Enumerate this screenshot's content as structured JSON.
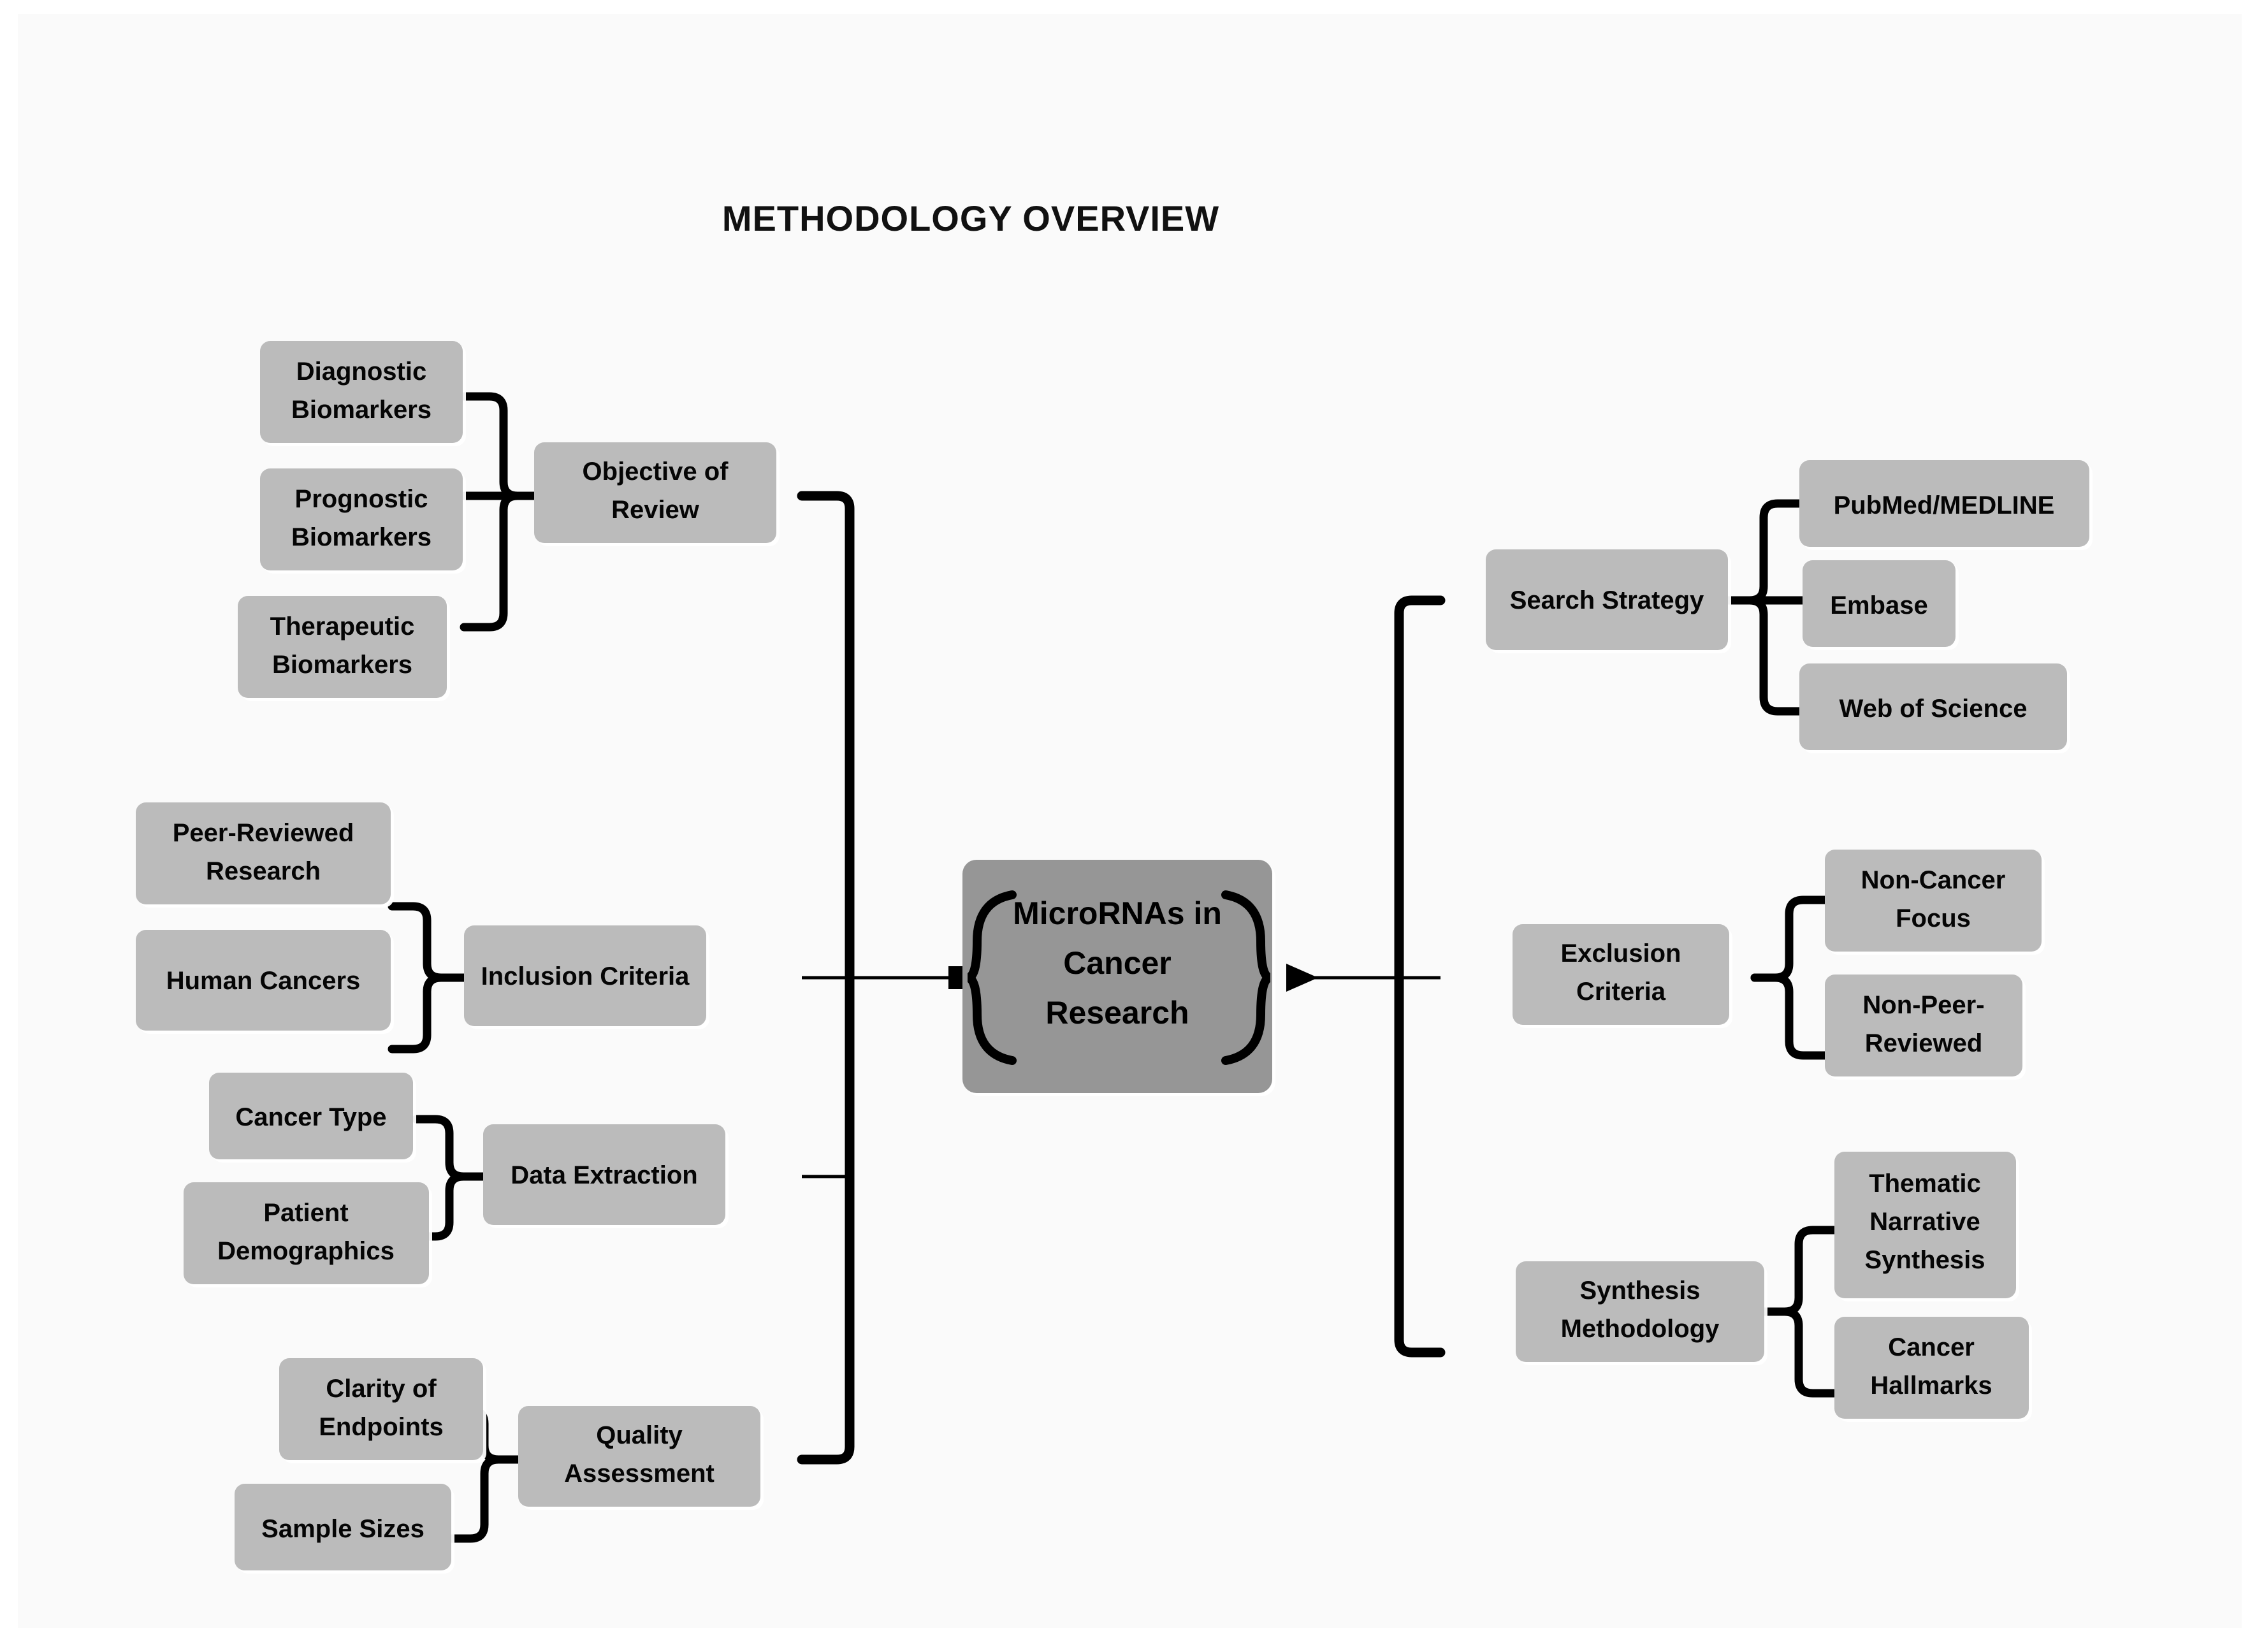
{
  "title": "METHODOLOGY OVERVIEW",
  "colors": {
    "page_background": "#ffffff",
    "canvas_background": "#fafafa",
    "node_fill": "#bbbbbb",
    "root_fill": "#969696",
    "edge_stroke": "#000000",
    "text": "#050505"
  },
  "chart_data": {
    "type": "mindmap",
    "title": "METHODOLOGY OVERVIEW",
    "root": "MicroRNAs in Cancer Research",
    "layout": "bidirectional-horizontal",
    "branches": [
      {
        "side": "left",
        "label": "Objective of Review",
        "children": [
          "Diagnostic Biomarkers",
          "Prognostic Biomarkers",
          "Therapeutic Biomarkers"
        ]
      },
      {
        "side": "left",
        "label": "Inclusion Criteria",
        "children": [
          "Peer-Reviewed Research",
          "Human Cancers"
        ]
      },
      {
        "side": "left",
        "label": "Data Extraction",
        "children": [
          "Cancer Type",
          "Patient Demographics"
        ]
      },
      {
        "side": "left",
        "label": "Quality Assessment",
        "children": [
          "Clarity of Endpoints",
          "Sample Sizes"
        ]
      },
      {
        "side": "right",
        "label": "Search Strategy",
        "children": [
          "PubMed/MEDLINE",
          "Embase",
          "Web of Science"
        ]
      },
      {
        "side": "right",
        "label": "Exclusion Criteria",
        "children": [
          "Non-Cancer Focus",
          "Non-Peer-Reviewed"
        ]
      },
      {
        "side": "right",
        "label": "Synthesis Methodology",
        "children": [
          "Thematic Narrative Synthesis",
          "Cancer Hallmarks"
        ]
      }
    ]
  },
  "root_node": {
    "line1": "MicroRNAs in",
    "line2": "Cancer",
    "line3": "Research"
  },
  "branches_left": {
    "objective": {
      "line1": "Objective of",
      "line2": "Review",
      "children": {
        "diagnostic": {
          "line1": "Diagnostic",
          "line2": "Biomarkers"
        },
        "prognostic": {
          "line1": "Prognostic",
          "line2": "Biomarkers"
        },
        "therapeutic": {
          "line1": "Therapeutic",
          "line2": "Biomarkers"
        }
      }
    },
    "inclusion": {
      "line1": "Inclusion Criteria",
      "children": {
        "peer_reviewed": {
          "line1": "Peer-Reviewed",
          "line2": "Research"
        },
        "human_cancers": {
          "line1": "Human Cancers"
        }
      }
    },
    "extraction": {
      "line1": "Data Extraction",
      "children": {
        "cancer_type": {
          "line1": "Cancer Type"
        },
        "demographics": {
          "line1": "Patient",
          "line2": "Demographics"
        }
      }
    },
    "quality": {
      "line1": "Quality",
      "line2": "Assessment",
      "children": {
        "endpoints": {
          "line1": "Clarity of",
          "line2": "Endpoints"
        },
        "sample_sizes": {
          "line1": "Sample Sizes"
        }
      }
    }
  },
  "branches_right": {
    "search": {
      "line1": "Search Strategy",
      "children": {
        "pubmed": {
          "line1": "PubMed/MEDLINE"
        },
        "embase": {
          "line1": "Embase"
        },
        "wos": {
          "line1": "Web of Science"
        }
      }
    },
    "exclusion": {
      "line1": "Exclusion",
      "line2": "Criteria",
      "children": {
        "non_cancer": {
          "line1": "Non-Cancer",
          "line2": "Focus"
        },
        "non_peer": {
          "line1": "Non-Peer-",
          "line2": "Reviewed"
        }
      }
    },
    "synthesis": {
      "line1": "Synthesis",
      "line2": "Methodology",
      "children": {
        "thematic": {
          "line1": "Thematic",
          "line2": "Narrative",
          "line3": "Synthesis"
        },
        "hallmarks": {
          "line1": "Cancer",
          "line2": "Hallmarks"
        }
      }
    }
  }
}
